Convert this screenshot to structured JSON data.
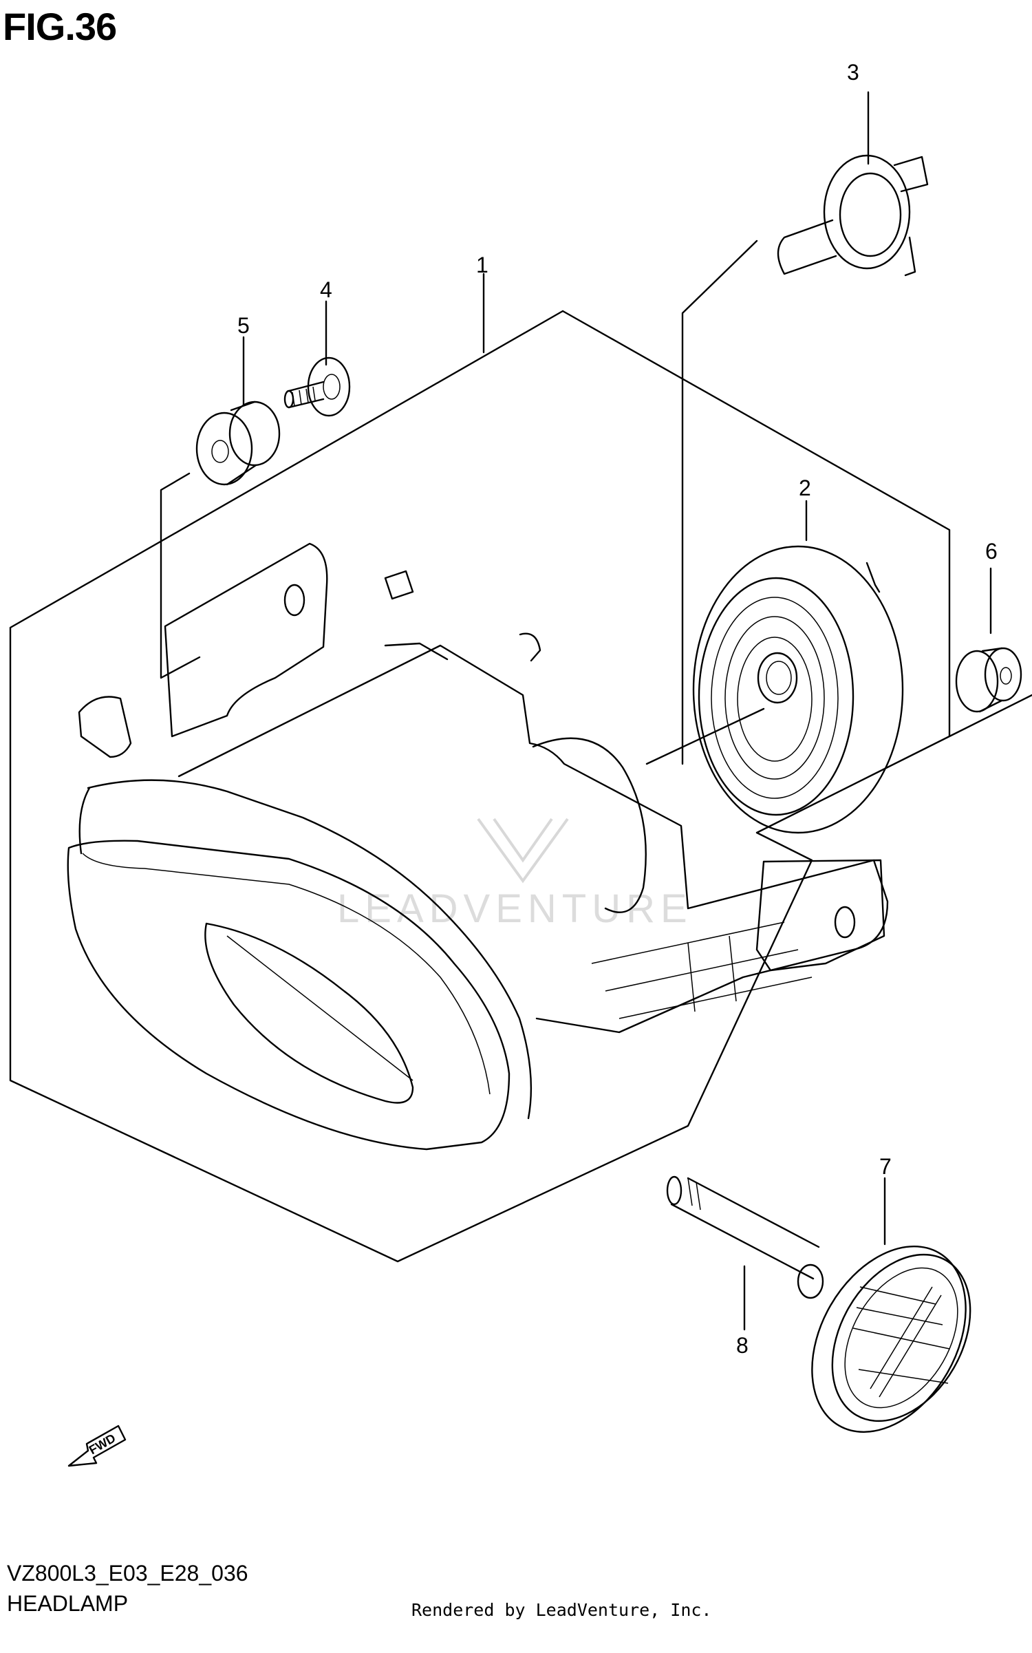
{
  "figure": {
    "title": "FIG.36"
  },
  "callouts": [
    {
      "id": "callout-1",
      "number": "1"
    },
    {
      "id": "callout-2",
      "number": "2"
    },
    {
      "id": "callout-3",
      "number": "3"
    },
    {
      "id": "callout-4",
      "number": "4"
    },
    {
      "id": "callout-5",
      "number": "5"
    },
    {
      "id": "callout-6",
      "number": "6"
    },
    {
      "id": "callout-7",
      "number": "7"
    },
    {
      "id": "callout-8",
      "number": "8"
    }
  ],
  "direction_arrow": {
    "label": "FWD"
  },
  "footer": {
    "diagram_code": "VZ800L3_E03_E28_036",
    "assembly_name": "HEADLAMP",
    "rendered_by": "Rendered by LeadVenture, Inc."
  },
  "watermark": {
    "text": "LEADVENTURE"
  }
}
